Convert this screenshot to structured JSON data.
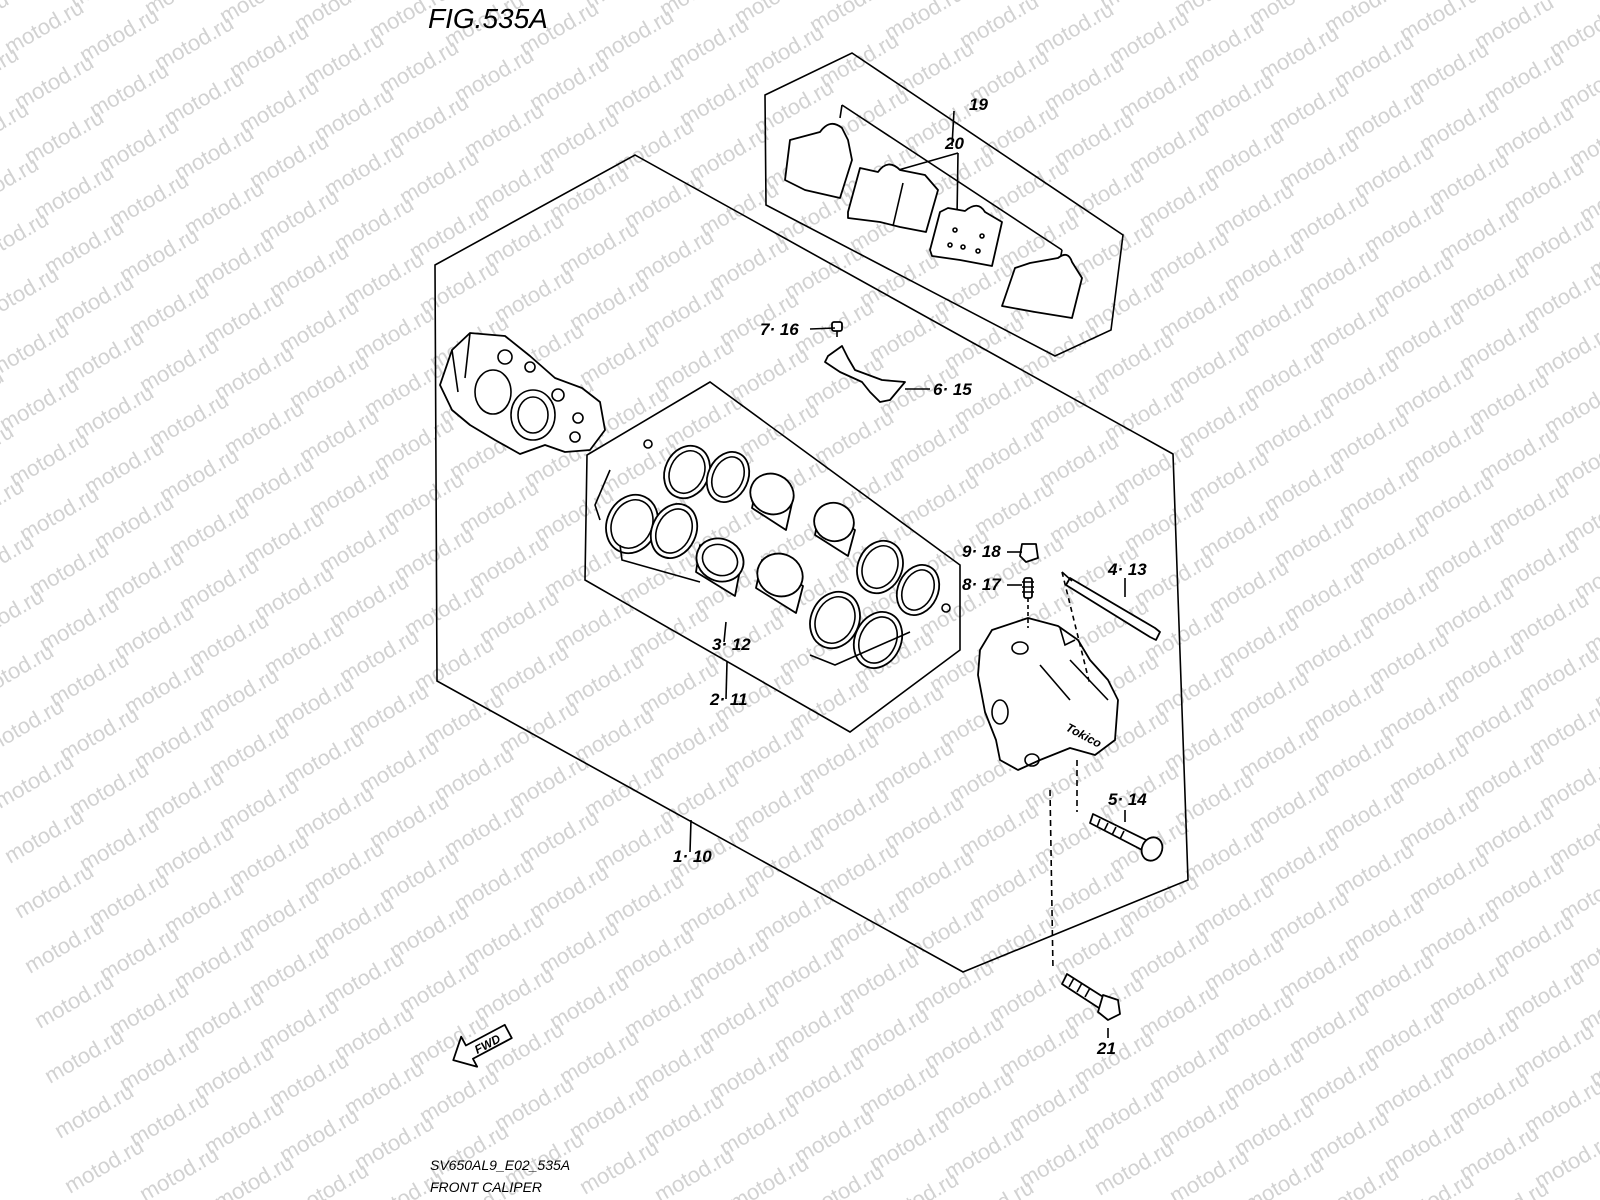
{
  "figure": {
    "title": "FIG.535A",
    "code": "SV650AL9_E02_535A",
    "name": "FRONT CALIPER",
    "direction_label": "FWD"
  },
  "watermark": {
    "text": "motod.ru"
  },
  "callouts": {
    "c19": "19",
    "c20": "20",
    "c7_16": "7· 16",
    "c6_15": "6· 15",
    "c9_18": "9· 18",
    "c8_17": "8· 17",
    "c4_13": "4· 13",
    "c3_12": "3· 12",
    "c2_11": "2· 11",
    "c1_10": "1· 10",
    "c5_14": "5· 14",
    "c21": "21"
  },
  "caliper_brand": "Tokico"
}
